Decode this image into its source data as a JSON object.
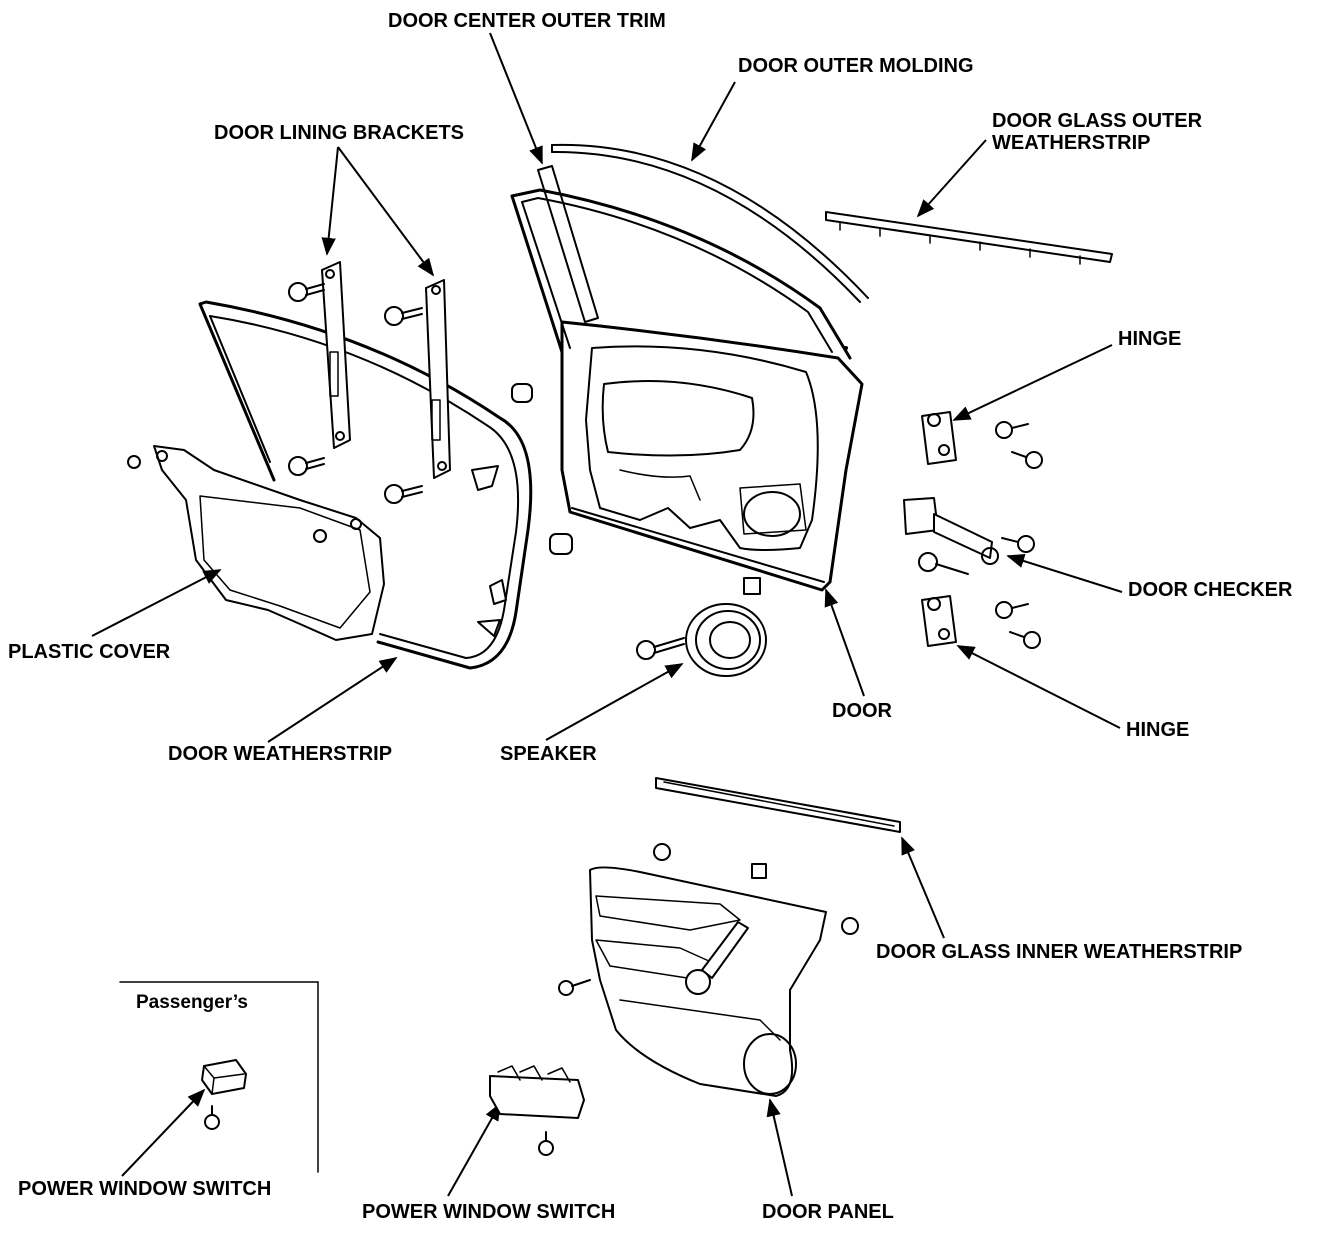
{
  "labels": {
    "door_center_outer_trim": "DOOR CENTER OUTER TRIM",
    "door_outer_molding": "DOOR OUTER MOLDING",
    "door_glass_outer_weatherstrip_1": "DOOR GLASS OUTER",
    "door_glass_outer_weatherstrip_2": "WEATHERSTRIP",
    "door_lining_brackets": "DOOR LINING BRACKETS",
    "hinge_upper": "HINGE",
    "door_checker": "DOOR CHECKER",
    "hinge_lower": "HINGE",
    "plastic_cover": "PLASTIC COVER",
    "door_weatherstrip": "DOOR WEATHERSTRIP",
    "speaker": "SPEAKER",
    "door": "DOOR",
    "door_glass_inner_weatherstrip": "DOOR GLASS INNER WEATHERSTRIP",
    "passengers": "Passenger’s",
    "power_window_switch_passenger": "POWER WINDOW SWITCH",
    "power_window_switch_driver": "POWER WINDOW SWITCH",
    "door_panel": "DOOR PANEL"
  }
}
